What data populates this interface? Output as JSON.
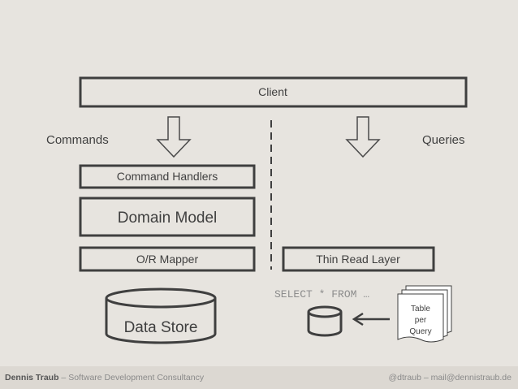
{
  "diagram": {
    "client_label": "Client",
    "commands_label": "Commands",
    "queries_label": "Queries",
    "command_handlers_label": "Command Handlers",
    "domain_model_label": "Domain Model",
    "or_mapper_label": "O/R Mapper",
    "data_store_label": "Data Store",
    "thin_read_layer_label": "Thin Read Layer",
    "sql_text": "SELECT * FROM …",
    "table_per_query_lines": [
      "Table",
      "per",
      "Query"
    ]
  },
  "footer": {
    "author": "Dennis Traub",
    "tagline": " – Software Development Consultancy",
    "contact": "@dtraub – mail@dennistraub.de"
  },
  "colors": {
    "background": "#e7e4df",
    "stroke": "#3f3f3f",
    "footer_bg": "#dcd8d2"
  }
}
